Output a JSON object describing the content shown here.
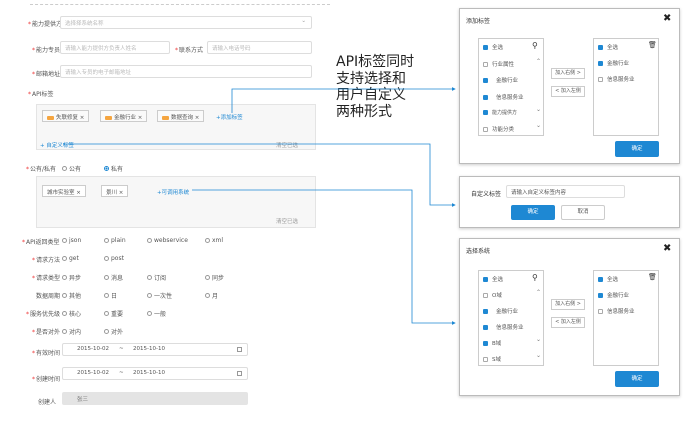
{
  "form": {
    "provider": {
      "label": "能力提供方",
      "placeholder": "选择择系统名称"
    },
    "contact": {
      "label": "能力专员",
      "placeholder": "请输入能力提供方负责人姓名"
    },
    "contact_method": {
      "label": "联系方式",
      "placeholder": "请输入电话号码"
    },
    "email": {
      "label": "邮箱地址",
      "placeholder": "请输入专员的电子邮箱地址"
    },
    "api_tags_label": "API标签",
    "tags": [
      "失联修复 ×",
      "金融行业 ×",
      "数据查询 ×"
    ],
    "add_tag": "+添加标签",
    "custom_tag": "+ 自定义标签",
    "clear_tags": "清空已选",
    "public_private": {
      "label": "公有/私有",
      "options": [
        "公有",
        "私有"
      ]
    },
    "systems": [
      "城市实验室 ×",
      "景川 ×"
    ],
    "add_system": "+可调用系统",
    "clear_systems": "清空已选",
    "return_type": {
      "label": "API返回类型",
      "options": [
        "json",
        "plain",
        "webservice",
        "xml"
      ]
    },
    "request_method": {
      "label": "请求方法",
      "options": [
        "get",
        "post"
      ]
    },
    "request_type": {
      "label": "请求类型",
      "options": [
        "异步",
        "消息",
        "订阅",
        "同步"
      ]
    },
    "data_cycle": {
      "label": "数据周期",
      "options": [
        "其他",
        "日",
        "一次性",
        "月"
      ]
    },
    "priority": {
      "label": "服务优先级",
      "options": [
        "核心",
        "重要",
        "一般"
      ]
    },
    "external": {
      "label": "是否对外",
      "options": [
        "对内",
        "对外"
      ]
    },
    "valid_time": {
      "label": "有效时间",
      "start": "2015-10-02",
      "sep": "~",
      "end": "2015-10-10"
    },
    "created_time": {
      "label": "创建时间",
      "start": "2015-10-02",
      "sep": "~",
      "end": "2015-10-10"
    },
    "creator": {
      "label": "创建人",
      "value": "张三"
    }
  },
  "annotation": [
    "API标签同时",
    "支持选择和",
    "用户自定义",
    "两种形式"
  ],
  "add_tag_dialog": {
    "title": "添加标签",
    "left_header": "全选",
    "left_items": [
      "行业属性",
      "金融行业",
      "信息服务业",
      "能力提供方",
      "功能分类"
    ],
    "add_btn": "加入右侧 >",
    "remove_btn": "< 加入左侧",
    "right_header": "全选",
    "right_items": [
      "金融行业",
      "信息服务业"
    ],
    "confirm": "确定"
  },
  "custom_tag_dialog": {
    "label": "自定义标签",
    "placeholder": "请输入自定义标签内容",
    "confirm": "确定",
    "cancel": "取消"
  },
  "select_system_dialog": {
    "title": "选择系统",
    "left_header": "全选",
    "left_items": [
      "O域",
      "金融行业",
      "信息服务业",
      "B域",
      "S域"
    ],
    "add_btn": "加入右侧 >",
    "remove_btn": "< 加入左侧",
    "right_header": "全选",
    "right_items": [
      "金融行业",
      "信息服务业"
    ],
    "confirm": "确定"
  },
  "colors": {
    "accent": "#1e88d3",
    "required": "#e33",
    "tag_dot": "#f5a540"
  }
}
